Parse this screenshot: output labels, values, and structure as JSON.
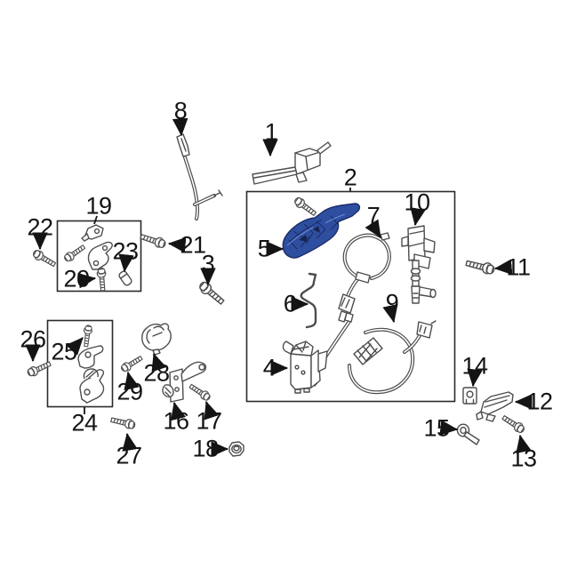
{
  "figure": {
    "background_color": "#ffffff",
    "line_color": "#4d4d4d",
    "label_color": "#141414",
    "highlight_color": "#2e4fa0",
    "highlight_outline_color": "#1b2b66",
    "highlighted_callout": "5",
    "callouts": [
      {
        "num": "1"
      },
      {
        "num": "2"
      },
      {
        "num": "3"
      },
      {
        "num": "4"
      },
      {
        "num": "5"
      },
      {
        "num": "6"
      },
      {
        "num": "7"
      },
      {
        "num": "8"
      },
      {
        "num": "9"
      },
      {
        "num": "10"
      },
      {
        "num": "11"
      },
      {
        "num": "12"
      },
      {
        "num": "13"
      },
      {
        "num": "14"
      },
      {
        "num": "15"
      },
      {
        "num": "16"
      },
      {
        "num": "17"
      },
      {
        "num": "18"
      },
      {
        "num": "19"
      },
      {
        "num": "20"
      },
      {
        "num": "21"
      },
      {
        "num": "22"
      },
      {
        "num": "23"
      },
      {
        "num": "24"
      },
      {
        "num": "25"
      },
      {
        "num": "26"
      },
      {
        "num": "27"
      },
      {
        "num": "28"
      },
      {
        "num": "29"
      }
    ]
  }
}
